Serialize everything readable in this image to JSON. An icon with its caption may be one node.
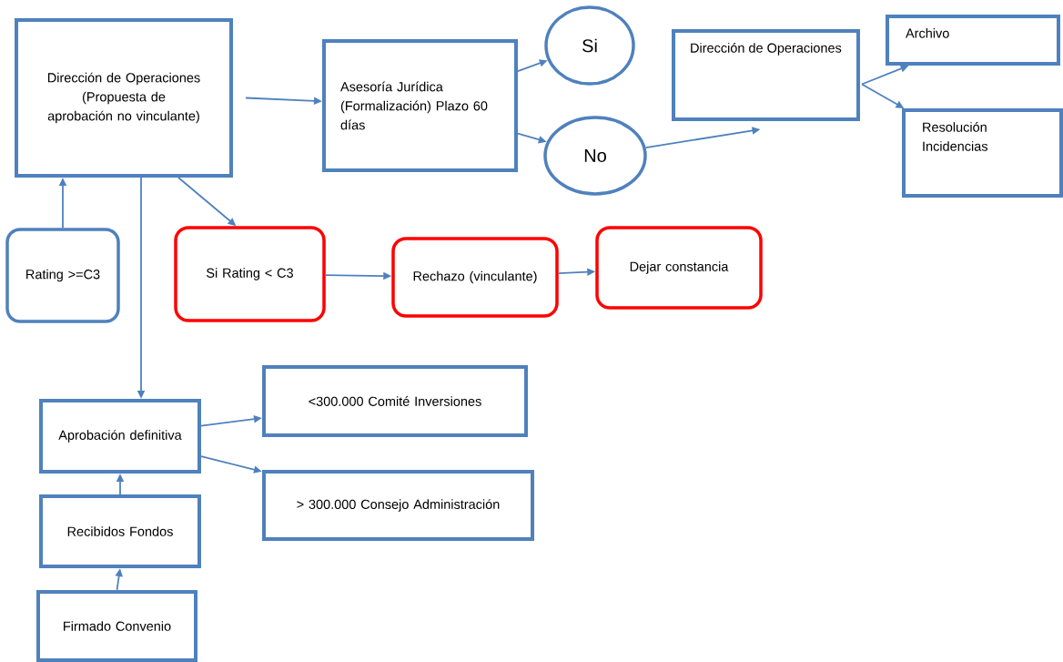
{
  "diagram": {
    "nodes": [
      {
        "text": [
          "Dirección de Operaciones (Propuesta de aprobación no vinculante)"
        ]
      },
      {
        "text": [
          "Asesoría Jurídica (Formalización) Plazo 60 días"
        ]
      },
      {
        "text": [
          "Si"
        ]
      },
      {
        "text": [
          "No"
        ]
      },
      {
        "text": [
          "Dirección de Operaciones"
        ]
      },
      {
        "text": [
          "Archivo"
        ]
      },
      {
        "text": [
          "Resolución Incidencias"
        ]
      },
      {
        "text": [
          "Rating >=C3"
        ]
      },
      {
        "text": [
          "Si Rating < C3"
        ]
      },
      {
        "text": [
          "Rechazo (vinculante)"
        ]
      },
      {
        "text": [
          "Dejar constancia"
        ]
      },
      {
        "text": [
          "Aprobación definitiva"
        ]
      },
      {
        "text": [
          "<300.000 Comité Inversiones"
        ]
      },
      {
        "text": [
          "> 300.000 Consejo Administración"
        ]
      },
      {
        "text": [
          "Recibidos Fondos"
        ]
      },
      {
        "text": [
          "Firmado Convenio"
        ]
      }
    ],
    "edges": [
      {
        "from": 0,
        "to": 1,
        "arrow": "to"
      },
      {
        "from": 1,
        "to": 2,
        "arrow": "to"
      },
      {
        "from": 1,
        "to": 3,
        "arrow": "to"
      },
      {
        "from": 3,
        "to": 4,
        "arrow": "to"
      },
      {
        "from": 4,
        "to": 5,
        "arrow": "to"
      },
      {
        "from": 4,
        "to": 6,
        "arrow": "to"
      },
      {
        "from": 7,
        "to": 0,
        "arrow": "to"
      },
      {
        "from": 0,
        "to": 8,
        "arrow": "to"
      },
      {
        "from": 8,
        "to": 9,
        "arrow": "to"
      },
      {
        "from": 9,
        "to": 10,
        "arrow": "to"
      },
      {
        "from": 0,
        "to": 11,
        "arrow": "to"
      },
      {
        "from": 11,
        "to": 12,
        "arrow": "to"
      },
      {
        "from": 11,
        "to": 13,
        "arrow": "to"
      },
      {
        "from": 14,
        "to": 11,
        "arrow": "to"
      },
      {
        "from": 15,
        "to": 14,
        "arrow": "to"
      }
    ]
  }
}
